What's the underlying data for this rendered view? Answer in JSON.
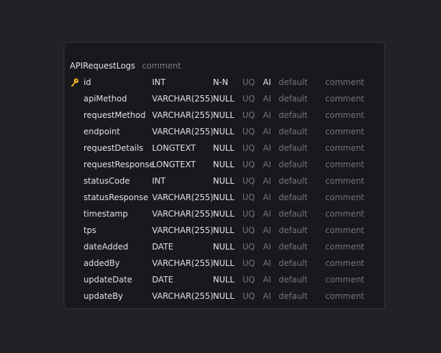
{
  "colors": {
    "background": "#212226",
    "card": "#18191c",
    "card_border": "#36373c",
    "primary_text": "#e2e2e4",
    "muted_text": "#74757b",
    "key_icon": "#f0b429"
  },
  "table": {
    "name": "APIRequestLogs",
    "comment": "comment",
    "columns": [
      {
        "name": "id",
        "type": "INT",
        "nullability": "N-N",
        "uq": "UQ",
        "ai": "AI",
        "ai_active": true,
        "default": "default",
        "comment": "comment",
        "primary_key": true,
        "icon": "key-icon"
      },
      {
        "name": "apiMethod",
        "type": "VARCHAR(255)",
        "nullability": "NULL",
        "uq": "UQ",
        "ai": "AI",
        "ai_active": false,
        "default": "default",
        "comment": "comment"
      },
      {
        "name": "requestMethod",
        "type": "VARCHAR(255)",
        "nullability": "NULL",
        "uq": "UQ",
        "ai": "AI",
        "ai_active": false,
        "default": "default",
        "comment": "comment"
      },
      {
        "name": "endpoint",
        "type": "VARCHAR(255)",
        "nullability": "NULL",
        "uq": "UQ",
        "ai": "AI",
        "ai_active": false,
        "default": "default",
        "comment": "comment"
      },
      {
        "name": "requestDetails",
        "type": "LONGTEXT",
        "nullability": "NULL",
        "uq": "UQ",
        "ai": "AI",
        "ai_active": false,
        "default": "default",
        "comment": "comment"
      },
      {
        "name": "requestResponse",
        "type": "LONGTEXT",
        "nullability": "NULL",
        "uq": "UQ",
        "ai": "AI",
        "ai_active": false,
        "default": "default",
        "comment": "comment"
      },
      {
        "name": "statusCode",
        "type": "INT",
        "nullability": "NULL",
        "uq": "UQ",
        "ai": "AI",
        "ai_active": false,
        "default": "default",
        "comment": "comment"
      },
      {
        "name": "statusResponse",
        "type": "VARCHAR(255)",
        "nullability": "NULL",
        "uq": "UQ",
        "ai": "AI",
        "ai_active": false,
        "default": "default",
        "comment": "comment"
      },
      {
        "name": "timestamp",
        "type": "VARCHAR(255)",
        "nullability": "NULL",
        "uq": "UQ",
        "ai": "AI",
        "ai_active": false,
        "default": "default",
        "comment": "comment"
      },
      {
        "name": "tps",
        "type": "VARCHAR(255)",
        "nullability": "NULL",
        "uq": "UQ",
        "ai": "AI",
        "ai_active": false,
        "default": "default",
        "comment": "comment"
      },
      {
        "name": "dateAdded",
        "type": "DATE",
        "nullability": "NULL",
        "uq": "UQ",
        "ai": "AI",
        "ai_active": false,
        "default": "default",
        "comment": "comment"
      },
      {
        "name": "addedBy",
        "type": "VARCHAR(255)",
        "nullability": "NULL",
        "uq": "UQ",
        "ai": "AI",
        "ai_active": false,
        "default": "default",
        "comment": "comment"
      },
      {
        "name": "updateDate",
        "type": "DATE",
        "nullability": "NULL",
        "uq": "UQ",
        "ai": "AI",
        "ai_active": false,
        "default": "default",
        "comment": "comment"
      },
      {
        "name": "updateBy",
        "type": "VARCHAR(255)",
        "nullability": "NULL",
        "uq": "UQ",
        "ai": "AI",
        "ai_active": false,
        "default": "default",
        "comment": "comment"
      }
    ]
  }
}
